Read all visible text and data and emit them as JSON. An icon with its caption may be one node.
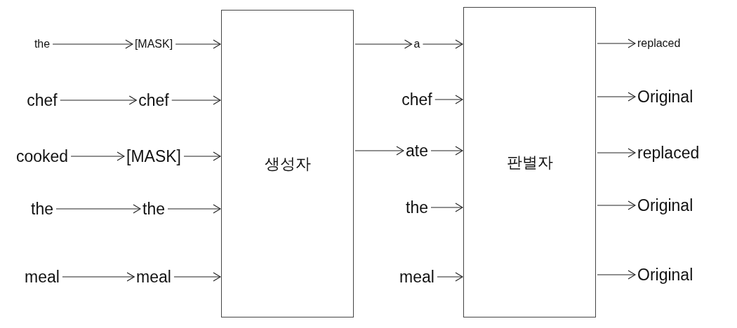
{
  "diagram": {
    "nodes": [
      {
        "text": [
          "the"
        ]
      },
      {
        "text": [
          "chef"
        ]
      },
      {
        "text": [
          "cooked"
        ]
      },
      {
        "text": [
          "the"
        ]
      },
      {
        "text": [
          "meal"
        ]
      },
      {
        "text": [
          "[MASK]"
        ]
      },
      {
        "text": [
          "chef"
        ]
      },
      {
        "text": [
          "[MASK]"
        ]
      },
      {
        "text": [
          "the"
        ]
      },
      {
        "text": [
          "meal"
        ]
      },
      {
        "text": [
          "생성자"
        ]
      },
      {
        "text": [
          "a"
        ]
      },
      {
        "text": [
          "chef"
        ]
      },
      {
        "text": [
          "ate"
        ]
      },
      {
        "text": [
          "the"
        ]
      },
      {
        "text": [
          "meal"
        ]
      },
      {
        "text": [
          "판별자"
        ]
      },
      {
        "text": [
          "replaced"
        ]
      },
      {
        "text": [
          "Original"
        ]
      },
      {
        "text": [
          "replaced"
        ]
      },
      {
        "text": [
          "Original"
        ]
      },
      {
        "text": [
          "Original"
        ]
      }
    ],
    "edges": [
      {
        "from": 0,
        "to": 5,
        "arrow": "to"
      },
      {
        "from": 1,
        "to": 6,
        "arrow": "to"
      },
      {
        "from": 2,
        "to": 7,
        "arrow": "to"
      },
      {
        "from": 3,
        "to": 8,
        "arrow": "to"
      },
      {
        "from": 4,
        "to": 9,
        "arrow": "to"
      },
      {
        "from": 5,
        "to": 10,
        "arrow": "to"
      },
      {
        "from": 6,
        "to": 10,
        "arrow": "to"
      },
      {
        "from": 7,
        "to": 10,
        "arrow": "to"
      },
      {
        "from": 8,
        "to": 10,
        "arrow": "to"
      },
      {
        "from": 9,
        "to": 10,
        "arrow": "to"
      },
      {
        "from": 10,
        "to": 11,
        "arrow": "to"
      },
      {
        "from": 10,
        "to": 13,
        "arrow": "to"
      },
      {
        "from": 11,
        "to": 16,
        "arrow": "to"
      },
      {
        "from": 12,
        "to": 16,
        "arrow": "to"
      },
      {
        "from": 13,
        "to": 16,
        "arrow": "to"
      },
      {
        "from": 14,
        "to": 16,
        "arrow": "to"
      },
      {
        "from": 15,
        "to": 16,
        "arrow": "to"
      },
      {
        "from": 16,
        "to": 17,
        "arrow": "to"
      },
      {
        "from": 16,
        "to": 18,
        "arrow": "to"
      },
      {
        "from": 16,
        "to": 19,
        "arrow": "to"
      },
      {
        "from": 16,
        "to": 20,
        "arrow": "to"
      },
      {
        "from": 16,
        "to": 21,
        "arrow": "to"
      }
    ]
  }
}
